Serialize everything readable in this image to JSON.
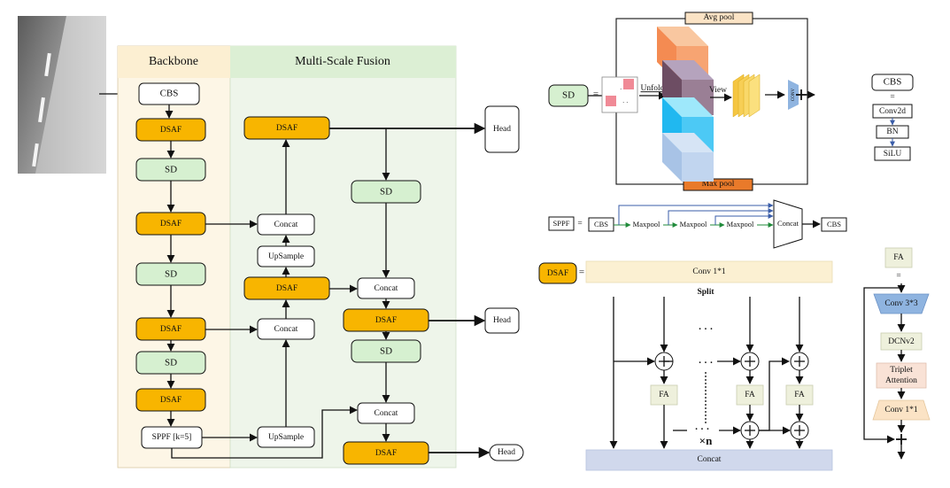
{
  "colors": {
    "backbone_panel": "#fdf6e6",
    "fusion_panel": "#eaf3e4",
    "dsaf_fill": "#f8b500",
    "sd_fill": "#d6f0d0",
    "cbs_fill": "#ffffff",
    "avgpool_fill": "#fbe3c5",
    "maxpool_fill": "#e97a2a",
    "conv_fill": "#fbf0d2",
    "concat_bar_fill": "#d0d8ec",
    "fa_fill": "#eef0dc",
    "triplet_fill": "#f9e2d6"
  },
  "panels": {
    "backbone_title": "Backbone",
    "fusion_title": "Multi-Scale Fusion"
  },
  "backbone": {
    "cbs": "CBS",
    "dsaf_1": "DSAF",
    "sd_1": "SD",
    "dsaf_2": "DSAF",
    "sd_2": "SD",
    "dsaf_3": "DSAF",
    "sd_3": "SD",
    "dsaf_4": "DSAF",
    "sppf": "SPPF [k=5]"
  },
  "fusion": {
    "dsaf_top": "DSAF",
    "concat_1": "Concat",
    "upsample_1": "UpSample",
    "dsaf_mid": "DSAF",
    "concat_2": "Concat",
    "upsample_2": "UpSample",
    "sd_right_1": "SD",
    "concat_3": "Concat",
    "dsaf_right_1": "DSAF",
    "sd_right_2": "SD",
    "concat_4": "Concat",
    "dsaf_right_2": "DSAF"
  },
  "heads": {
    "head_1": "Head",
    "head_2": "Head",
    "head_3": "Head"
  },
  "sd_module": {
    "sd_label": "SD",
    "equals": "=",
    "unfold": "Unfold",
    "view": "View",
    "avg_pool": "Avg pool",
    "max_pool": "Max pool",
    "conv_side": "CONV"
  },
  "cbs_module": {
    "cbs": "CBS",
    "equals": "=",
    "conv2d": "Conv2d",
    "bn": "BN",
    "silu": "SiLU"
  },
  "sppf_module": {
    "sppf": "SPPF",
    "equals": "=",
    "cbs_in": "CBS",
    "maxpool_1": "Maxpool",
    "maxpool_2": "Maxpool",
    "maxpool_3": "Maxpool",
    "concat": "Concat",
    "cbs_out": "CBS"
  },
  "dsaf_module": {
    "dsaf": "DSAF",
    "equals": "=",
    "conv": "Conv 1*1",
    "split": "Split",
    "fa_1": "FA",
    "fa_2": "FA",
    "fa_3": "FA",
    "dots_1": "· · ·",
    "dots_2": "· · ·",
    "dots_3": "· · ·",
    "times_n": "×n",
    "concat": "Concat"
  },
  "fa_module": {
    "fa": "FA",
    "equals": "=",
    "conv33": "Conv 3*3",
    "dcnv2": "DCNv2",
    "triplet_1": "Triplet",
    "triplet_2": "Attention",
    "conv11": "Conv 1*1"
  }
}
